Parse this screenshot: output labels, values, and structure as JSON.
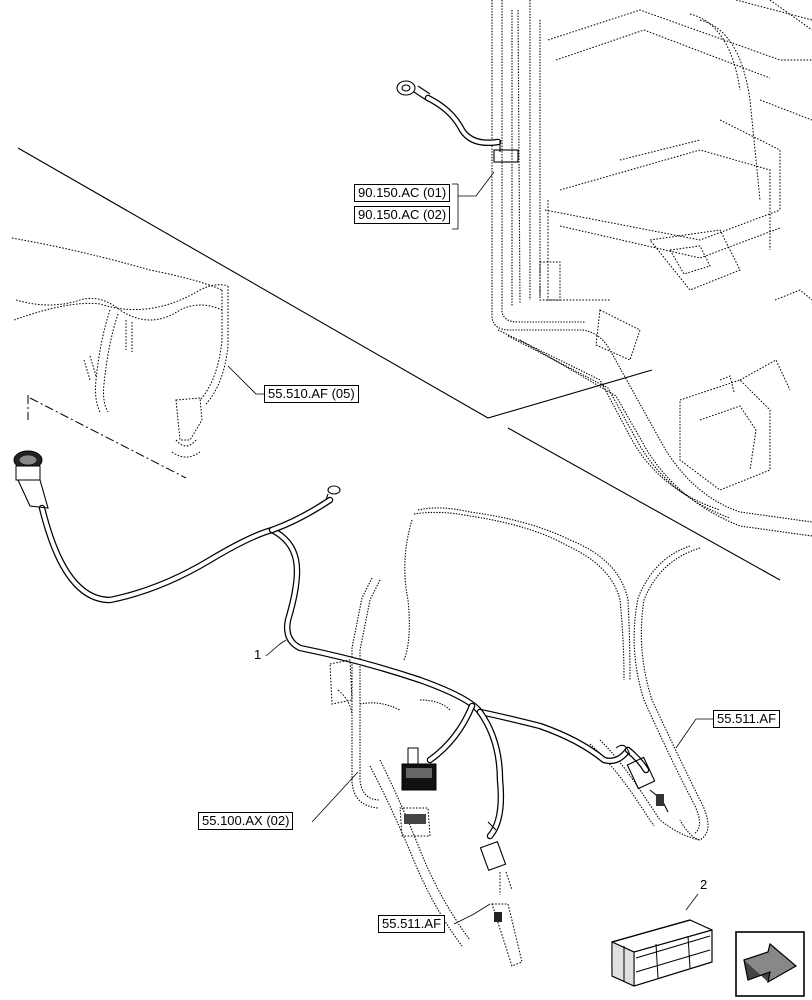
{
  "callouts": {
    "item_1": "1",
    "item_2": "2"
  },
  "references": {
    "ref_ac_01": "90.150.AC (01)",
    "ref_ac_02": "90.150.AC (02)",
    "ref_af_05": "55.510.AF (05)",
    "ref_511_right": "55.511.AF",
    "ref_ax_02": "55.100.AX (02)",
    "ref_511_bottom": "55.511.AF"
  },
  "icons": {
    "kit": "parts-kit-crate-icon",
    "nav": "next-page-arrow-icon"
  }
}
